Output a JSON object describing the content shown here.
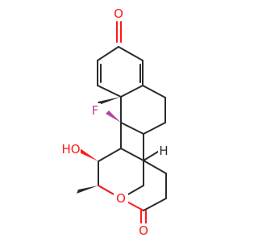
{
  "molecule": {
    "atoms": {
      "ketone_o": "O",
      "lactone_ring_o": "O",
      "lactone_carbonyl_o": "O",
      "hydroxyl": "HO",
      "fluorine": "F",
      "ring_fusion_h": "H",
      "methyl_upper": "Me",
      "methyl_lower": "Me"
    },
    "colors": {
      "bond": "#2b2b2b",
      "oxygen": "#ff1a1a",
      "fluorine": "#b5479b"
    }
  }
}
